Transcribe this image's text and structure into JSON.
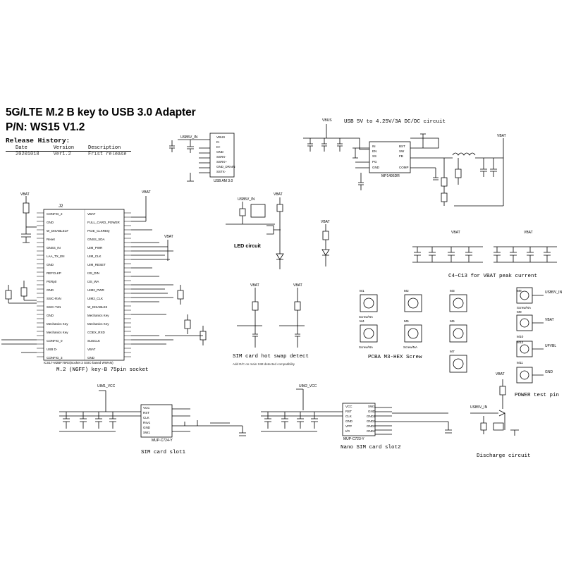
{
  "header": {
    "title": "5G/LTE M.2 B key to USB 3.0 Adapter",
    "part_number": "P/N: WS15 V1.2"
  },
  "release_history": {
    "heading": "Release History:",
    "columns": [
      "Date",
      "Version",
      "Description"
    ],
    "rows": [
      [
        "20201018",
        "Ver1.2",
        "Frist release"
      ]
    ]
  },
  "blocks": {
    "m2_socket": "M.2 (NGFF) key-B 75pin socket",
    "usb_dcdc": "USB 5V to 4.25V/3A DC/DC circuit",
    "led": "LED circuit",
    "vbat_caps": "C4~C13 for VBAT peak current",
    "sim_detect": "SIM card hot swap detect",
    "pcba_screw": "PCBA M3-HEX Screw",
    "power_test": "POWER test pin",
    "sim1": "SIM card slot1",
    "sim2": "Nano SIM card slot2",
    "discharge": "Discharge circuit"
  },
  "parts": {
    "usb_conn": "USB AM 3.0",
    "dcdc_ic": "MP1495DR",
    "m2_ref": "J2",
    "m2_part": "ICS17-M2BF75R3(Socket 3 SSIC-based WWAN)",
    "sim1_part": "MUP-C724-Y",
    "sim2_part": "MUP-C723-Y"
  },
  "nets": {
    "vbat": "VBAT",
    "usb5v": "USB5V_IN",
    "vbus": "VBUS",
    "gnd": "GND",
    "uim1": "UIM1_VCC",
    "uim2": "UIM2_VCC"
  },
  "notes": {
    "sim_detect_note": "Add R/C on main SIM detected compatibility"
  },
  "screws": {
    "labels": [
      "M1",
      "M2",
      "M3",
      "M4",
      "M5",
      "M6",
      "M7",
      "M8",
      "M9",
      "M10",
      "M11",
      "M12"
    ],
    "value": "Screw/NA"
  },
  "test_pins": {
    "labels": [
      "USB5V_IN",
      "VBAT",
      "UFVBL",
      "GND"
    ]
  }
}
